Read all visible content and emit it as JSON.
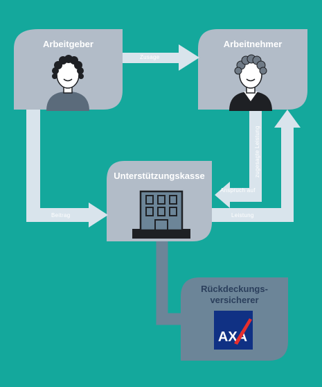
{
  "nodes": {
    "employer": "Arbeitgeber",
    "employee": "Arbeitnehmer",
    "fund": "Unterstützungskasse",
    "insurer_line1": "Rückdeckungs-",
    "insurer_line2": "versicherer"
  },
  "edges": {
    "zusage": "Zusage",
    "beitrag": "Beitrag",
    "leistung": "Leistung",
    "anspruch": "Anspruch auf",
    "zugesagte": "zugesagte Leistung"
  },
  "logo": {
    "text": "AXA",
    "brand_color": "#103184",
    "slash_color": "#e62e2d"
  },
  "colors": {
    "background": "#14a89c",
    "box": "#b2bcc8",
    "insurer_box": "#6c8598",
    "arrow": "#d9e4ec",
    "connector": "#6c8598"
  },
  "icons": [
    "person-curly-hair-icon",
    "person-gray-hair-icon",
    "office-building-icon",
    "axa-logo"
  ]
}
